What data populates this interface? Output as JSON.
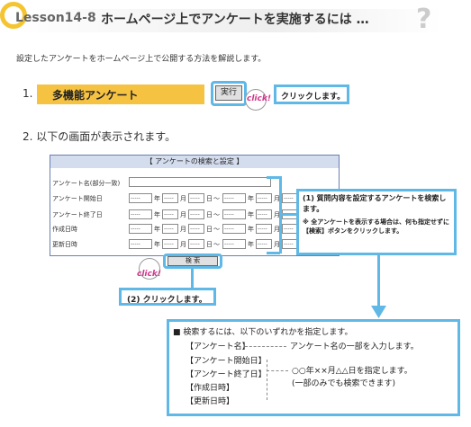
{
  "header": {
    "lesson": "Lesson14-8",
    "title": "ホームページ上でアンケートを実施するには …",
    "question_mark": "?"
  },
  "intro": "設定したアンケートをホームページ上で公開する方法を解説します。",
  "step1": {
    "number": "1.",
    "feature_name": "多機能アンケート",
    "button_label": "実行",
    "click_label": "click!",
    "instruction": "クリックします。"
  },
  "step2": {
    "text": "2.  以下の画面が表示されます。"
  },
  "form": {
    "title": "【 アンケートの検索と設定 】",
    "rows": [
      {
        "label": "アンケート名(部分一致)"
      },
      {
        "label": "アンケート開始日"
      },
      {
        "label": "アンケート終了日"
      },
      {
        "label": "作成日時"
      },
      {
        "label": "更新日時"
      }
    ],
    "date_placeholder": "-----",
    "unit_year": "年",
    "unit_month": "月",
    "unit_day": "日",
    "range_sep": "～",
    "search_button": "検 索",
    "click_label": "click!"
  },
  "callout1": {
    "main": "(1) 質問内容を設定するアンケートを検索します。",
    "note": "※ 全アンケートを表示する場合は、何も指定せずに【検索】ボタンをクリックします。"
  },
  "callout2": "(2) クリックします。",
  "info_box": {
    "heading": "■ 検索するには、以下のいずれかを指定します。",
    "items": [
      "【アンケート名】",
      "【アンケート開始日】",
      "【アンケート終了日】",
      "【作成日時】",
      "【更新日時】"
    ],
    "desc_name": "アンケート名の一部を入力します。",
    "desc_date": "○○年××月△△日を指定します。",
    "desc_date_note": "(一部のみでも検索できます)"
  },
  "colors": {
    "accent_blue": "#5fb8e6",
    "highlight_yellow": "#f5c242",
    "click_pink": "#d0358b"
  }
}
